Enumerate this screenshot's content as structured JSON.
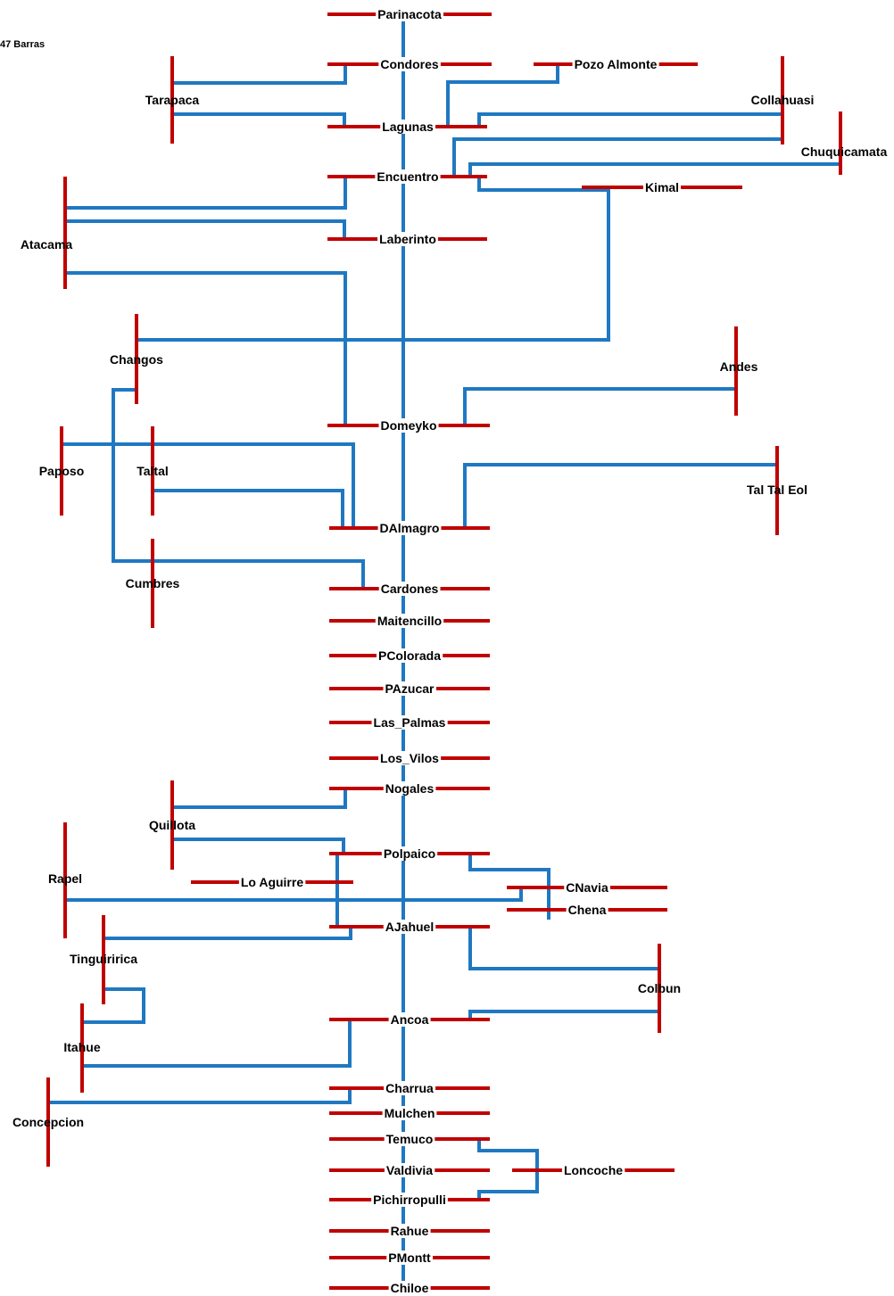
{
  "caption": "47 Barras",
  "colors": {
    "bus": "#c00000",
    "line": "#1f78c1",
    "text": "#000000"
  },
  "buses": [
    {
      "id": "parinacota",
      "name": "Parinacota"
    },
    {
      "id": "condores",
      "name": "Condores"
    },
    {
      "id": "pozo_almonte",
      "name": "Pozo Almonte"
    },
    {
      "id": "tarapaca",
      "name": "Tarapaca"
    },
    {
      "id": "lagunas",
      "name": "Lagunas"
    },
    {
      "id": "collahuasi",
      "name": "Collahuasi"
    },
    {
      "id": "chuquicamata",
      "name": "Chuquicamata"
    },
    {
      "id": "encuentro",
      "name": "Encuentro"
    },
    {
      "id": "kimal",
      "name": "Kimal"
    },
    {
      "id": "atacama",
      "name": "Atacama"
    },
    {
      "id": "laberinto",
      "name": "Laberinto"
    },
    {
      "id": "changos",
      "name": "Changos"
    },
    {
      "id": "andes",
      "name": "Andes"
    },
    {
      "id": "domeyko",
      "name": "Domeyko"
    },
    {
      "id": "paposo",
      "name": "Paposo"
    },
    {
      "id": "taltal",
      "name": "Taltal"
    },
    {
      "id": "tal_tal_eol",
      "name": "Tal Tal Eol"
    },
    {
      "id": "dalmagro",
      "name": "DAlmagro"
    },
    {
      "id": "cumbres",
      "name": "Cumbres"
    },
    {
      "id": "cardones",
      "name": "Cardones"
    },
    {
      "id": "maitencillo",
      "name": "Maitencillo"
    },
    {
      "id": "pcolorada",
      "name": "PColorada"
    },
    {
      "id": "pazucar",
      "name": "PAzucar"
    },
    {
      "id": "las_palmas",
      "name": "Las_Palmas"
    },
    {
      "id": "los_vilos",
      "name": "Los_Vilos"
    },
    {
      "id": "nogales",
      "name": "Nogales"
    },
    {
      "id": "quillota",
      "name": "Quillota"
    },
    {
      "id": "polpaico",
      "name": "Polpaico"
    },
    {
      "id": "rapel",
      "name": "Rapel"
    },
    {
      "id": "lo_aguirre",
      "name": "Lo Aguirre"
    },
    {
      "id": "cnavia",
      "name": "CNavia"
    },
    {
      "id": "chena",
      "name": "Chena"
    },
    {
      "id": "ajahuel",
      "name": "AJahuel"
    },
    {
      "id": "tinguiririca",
      "name": "Tinguiririca"
    },
    {
      "id": "colbun",
      "name": "Colbun"
    },
    {
      "id": "itahue",
      "name": "Itahue"
    },
    {
      "id": "ancoa",
      "name": "Ancoa"
    },
    {
      "id": "charrua",
      "name": "Charrua"
    },
    {
      "id": "concepcion",
      "name": "Concepcion"
    },
    {
      "id": "mulchen",
      "name": "Mulchen"
    },
    {
      "id": "temuco",
      "name": "Temuco"
    },
    {
      "id": "valdivia",
      "name": "Valdivia"
    },
    {
      "id": "loncoche",
      "name": "Loncoche"
    },
    {
      "id": "pichirropulli",
      "name": "Pichirropulli"
    },
    {
      "id": "rahue",
      "name": "Rahue"
    },
    {
      "id": "pmontt",
      "name": "PMontt"
    },
    {
      "id": "chiloe",
      "name": "Chiloe"
    }
  ],
  "lines": [
    {
      "id": "trunk-north",
      "from": "parinacota",
      "to": "domeyko"
    },
    {
      "id": "trunk-south",
      "from": "domeyko",
      "to": "chiloe"
    },
    {
      "id": "tarapaca-condores",
      "from": "tarapaca",
      "to": "condores"
    },
    {
      "id": "tarapaca-lagunas",
      "from": "tarapaca",
      "to": "lagunas"
    },
    {
      "id": "lagunas-pozo-almonte",
      "from": "lagunas",
      "to": "pozo_almonte"
    },
    {
      "id": "lagunas-collahuasi",
      "from": "lagunas",
      "to": "collahuasi"
    },
    {
      "id": "encuentro-collahuasi",
      "from": "encuentro",
      "to": "collahuasi"
    },
    {
      "id": "encuentro-chuquicamata",
      "from": "encuentro",
      "to": "chuquicamata"
    },
    {
      "id": "encuentro-kimal",
      "from": "encuentro",
      "to": "kimal"
    },
    {
      "id": "kimal-changos",
      "from": "kimal",
      "to": "changos"
    },
    {
      "id": "atacama-encuentro",
      "from": "atacama",
      "to": "encuentro"
    },
    {
      "id": "atacama-laberinto",
      "from": "atacama",
      "to": "laberinto"
    },
    {
      "id": "atacama-domeyko",
      "from": "atacama",
      "to": "domeyko"
    },
    {
      "id": "domeyko-andes",
      "from": "domeyko",
      "to": "andes"
    },
    {
      "id": "changos-cardones",
      "from": "changos",
      "to": "cardones"
    },
    {
      "id": "paposo-dalmagro",
      "from": "paposo",
      "to": "dalmagro"
    },
    {
      "id": "taltal-dalmagro",
      "from": "taltal",
      "to": "dalmagro"
    },
    {
      "id": "dalmagro-tal-tal-eol",
      "from": "dalmagro",
      "to": "tal_tal_eol"
    },
    {
      "id": "quillota-nogales",
      "from": "quillota",
      "to": "nogales"
    },
    {
      "id": "quillota-ajahuel",
      "from": "quillota",
      "to": "ajahuel"
    },
    {
      "id": "polpaico-chena",
      "from": "polpaico",
      "to": "chena"
    },
    {
      "id": "rapel-cnavia",
      "from": "rapel",
      "to": "cnavia"
    },
    {
      "id": "tinguiririca-ajahuel",
      "from": "tinguiririca",
      "to": "ajahuel"
    },
    {
      "id": "ajahuel-colbun",
      "from": "ajahuel",
      "to": "colbun"
    },
    {
      "id": "tinguiririca-itahue",
      "from": "tinguiririca",
      "to": "itahue"
    },
    {
      "id": "itahue-ancoa",
      "from": "itahue",
      "to": "ancoa"
    },
    {
      "id": "ancoa-colbun",
      "from": "ancoa",
      "to": "colbun"
    },
    {
      "id": "concepcion-charrua",
      "from": "concepcion",
      "to": "charrua"
    },
    {
      "id": "temuco-loncoche",
      "from": "temuco",
      "to": "loncoche"
    },
    {
      "id": "pichirropulli-loncoche",
      "from": "pichirropulli",
      "to": "loncoche"
    }
  ]
}
